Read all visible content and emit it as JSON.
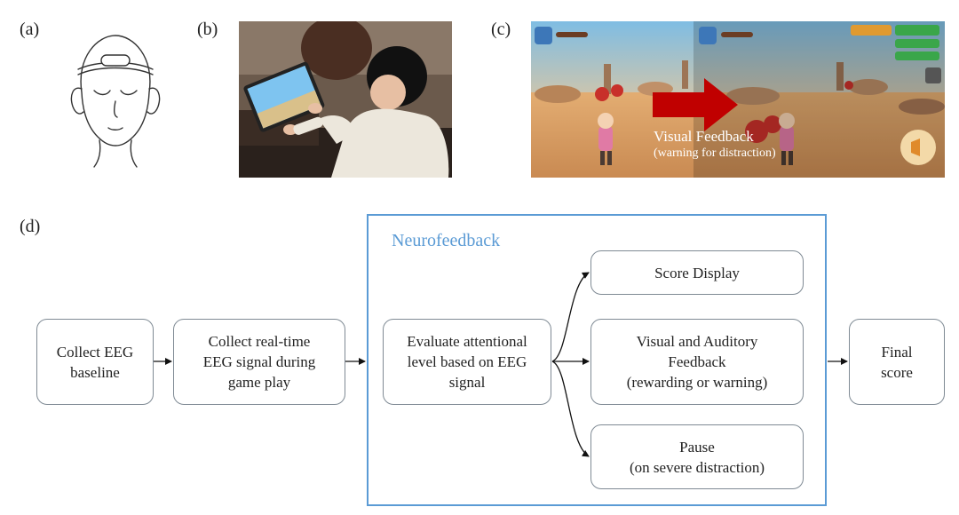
{
  "panel_labels": {
    "a": "(a)",
    "b": "(b)",
    "c": "(c)",
    "d": "(d)"
  },
  "panel_c": {
    "overlay_title": "Visual Feedback",
    "overlay_subtitle": "(warning for distraction)",
    "arrow_color": "#c00000"
  },
  "neurofeedback": {
    "title": "Neurofeedback",
    "border_color": "#5b9bd5"
  },
  "flow": {
    "collect_baseline": "Collect EEG\nbaseline",
    "collect_realtime": "Collect real-time\nEEG signal during\ngame play",
    "evaluate": "Evaluate attentional\nlevel based on EEG\nsignal",
    "score_display": "Score Display",
    "visual_auditory": "Visual and Auditory\nFeedback\n(rewarding or warning)",
    "pause": "Pause\n(on severe distraction)",
    "final_score": "Final\nscore"
  }
}
